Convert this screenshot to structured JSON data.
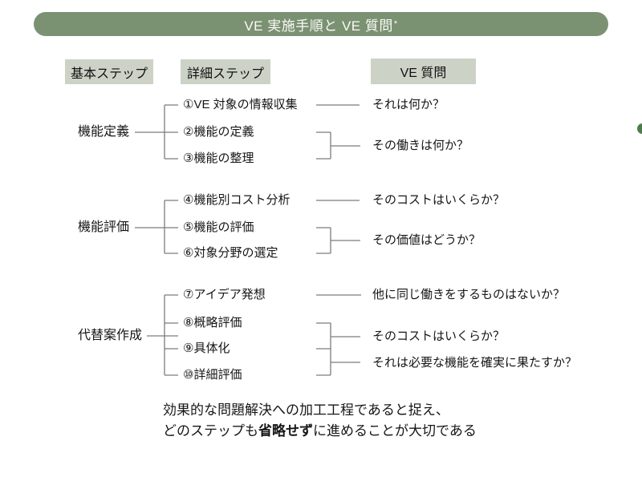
{
  "title": {
    "text": "VE 実施手順と VE 質問",
    "superscript": "*"
  },
  "headers": {
    "basic": "基本ステップ",
    "detail": "詳細ステップ",
    "question": "VE 質問"
  },
  "groups": [
    {
      "label": "機能定義",
      "steps": [
        "①VE 対象の情報収集",
        "②機能の定義",
        "③機能の整理"
      ],
      "questions": [
        "それは何か？",
        "その働きは何か？"
      ]
    },
    {
      "label": "機能評価",
      "steps": [
        "④機能別コスト分析",
        "⑤機能の評価",
        "⑥対象分野の選定"
      ],
      "questions": [
        "そのコストはいくらか？",
        "その価値はどうか？"
      ]
    },
    {
      "label": "代替案作成",
      "steps": [
        "⑦アイデア発想",
        "⑧概略評価",
        "⑨具体化",
        "⑩詳細評価"
      ],
      "questions": [
        "他に同じ働きをするものはないか？",
        "そのコストはいくらか？",
        "それは必要な機能を確実に果たすか？"
      ]
    }
  ],
  "note": {
    "line1": "効果的な問題解決への加工工程であると捉え、",
    "line2_pre": "どのステップも",
    "line2_bold": "省略せず",
    "line2_post": "に進めることが大切である"
  },
  "colors": {
    "pill_green": "#7b9272",
    "header_bg": "#ccd2c6",
    "connector_gray": "#7c7c7c",
    "dot_green": "#4e7b4c"
  }
}
